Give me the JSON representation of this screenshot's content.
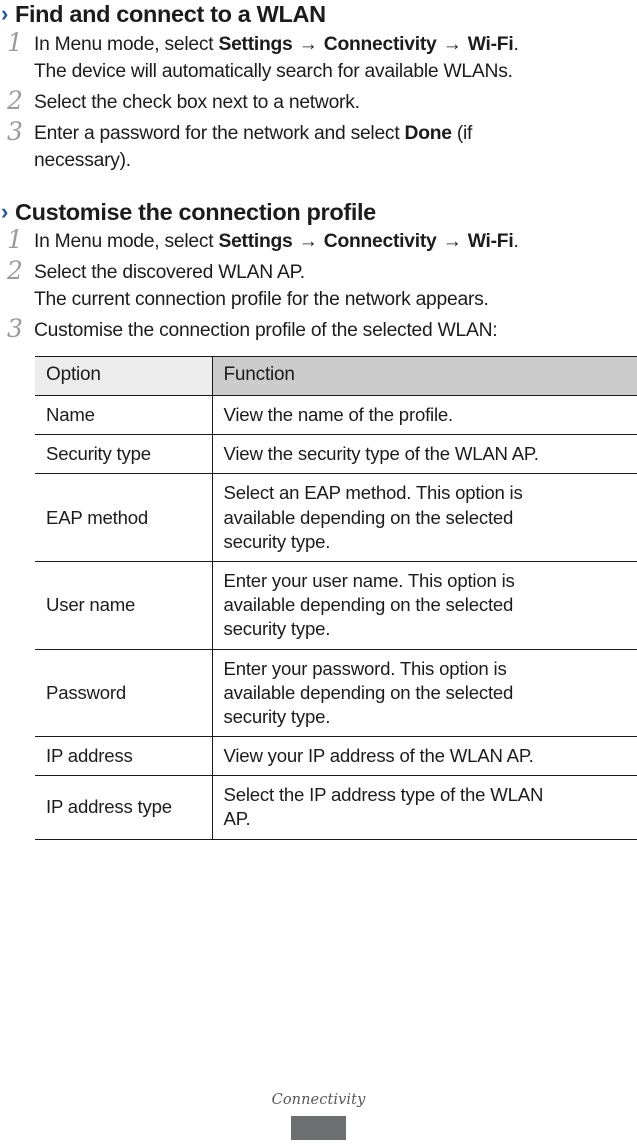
{
  "document": {
    "footer_label": "Connectivity",
    "accent_color": "#1c5aa6",
    "page_tab_color": "#6d6e70"
  },
  "sections": [
    {
      "chevron": "›",
      "heading": "Find and connect to a WLAN",
      "steps": [
        {
          "number": "1",
          "lines": [
            {
              "parts": [
                {
                  "text": "In Menu mode, select ",
                  "bold": false
                },
                {
                  "text": "Settings",
                  "bold": true
                },
                {
                  "text": " → ",
                  "bold": true
                },
                {
                  "text": "Connectivity",
                  "bold": true
                },
                {
                  "text": " → ",
                  "bold": true
                },
                {
                  "text": "Wi-Fi",
                  "bold": true
                },
                {
                  "text": ".",
                  "bold": false
                }
              ]
            },
            {
              "parts": [
                {
                  "text": "The device will automatically search for available WLANs.",
                  "bold": false
                }
              ]
            }
          ]
        },
        {
          "number": "2",
          "lines": [
            {
              "parts": [
                {
                  "text": "Select the check box next to a network.",
                  "bold": false
                }
              ]
            }
          ]
        },
        {
          "number": "3",
          "lines": [
            {
              "parts": [
                {
                  "text": "Enter a password for the network and select ",
                  "bold": false
                },
                {
                  "text": "Done",
                  "bold": true
                },
                {
                  "text": " (if",
                  "bold": false
                }
              ]
            },
            {
              "parts": [
                {
                  "text": "necessary).",
                  "bold": false
                }
              ]
            }
          ]
        }
      ]
    },
    {
      "chevron": "›",
      "heading": "Customise the connection profile",
      "steps": [
        {
          "number": "1",
          "lines": [
            {
              "parts": [
                {
                  "text": "In Menu mode, select ",
                  "bold": false
                },
                {
                  "text": "Settings",
                  "bold": true
                },
                {
                  "text": " → ",
                  "bold": true
                },
                {
                  "text": "Connectivity",
                  "bold": true
                },
                {
                  "text": " → ",
                  "bold": true
                },
                {
                  "text": "Wi-Fi",
                  "bold": true
                },
                {
                  "text": ".",
                  "bold": false
                }
              ]
            }
          ]
        },
        {
          "number": "2",
          "lines": [
            {
              "parts": [
                {
                  "text": "Select the discovered WLAN AP.",
                  "bold": false
                }
              ]
            },
            {
              "parts": [
                {
                  "text": "The current connection profile for the network appears.",
                  "bold": false
                }
              ]
            }
          ]
        },
        {
          "number": "3",
          "lines": [
            {
              "parts": [
                {
                  "text": "Customise the connection profile of the selected WLAN:",
                  "bold": false
                }
              ]
            }
          ]
        }
      ]
    }
  ],
  "option_table": {
    "headers": [
      "Option",
      "Function"
    ],
    "rows": [
      {
        "option": "Name",
        "function_lines": [
          "View the name of the profile."
        ]
      },
      {
        "option": "Security type",
        "function_lines": [
          "View the security type of the WLAN AP."
        ]
      },
      {
        "option": "EAP method",
        "function_lines": [
          "Select an EAP method. This option is",
          "available depending on the selected",
          "security type."
        ]
      },
      {
        "option": "User name",
        "function_lines": [
          "Enter your user name. This option is",
          "available depending on the selected",
          "security type."
        ]
      },
      {
        "option": "Password",
        "function_lines": [
          "Enter your password. This option is",
          "available depending on the selected",
          "security type."
        ]
      },
      {
        "option": "IP address",
        "function_lines": [
          "View your IP address of the WLAN AP."
        ]
      },
      {
        "option": "IP address type",
        "function_lines": [
          "Select the IP address type of the WLAN",
          "AP."
        ]
      }
    ]
  }
}
